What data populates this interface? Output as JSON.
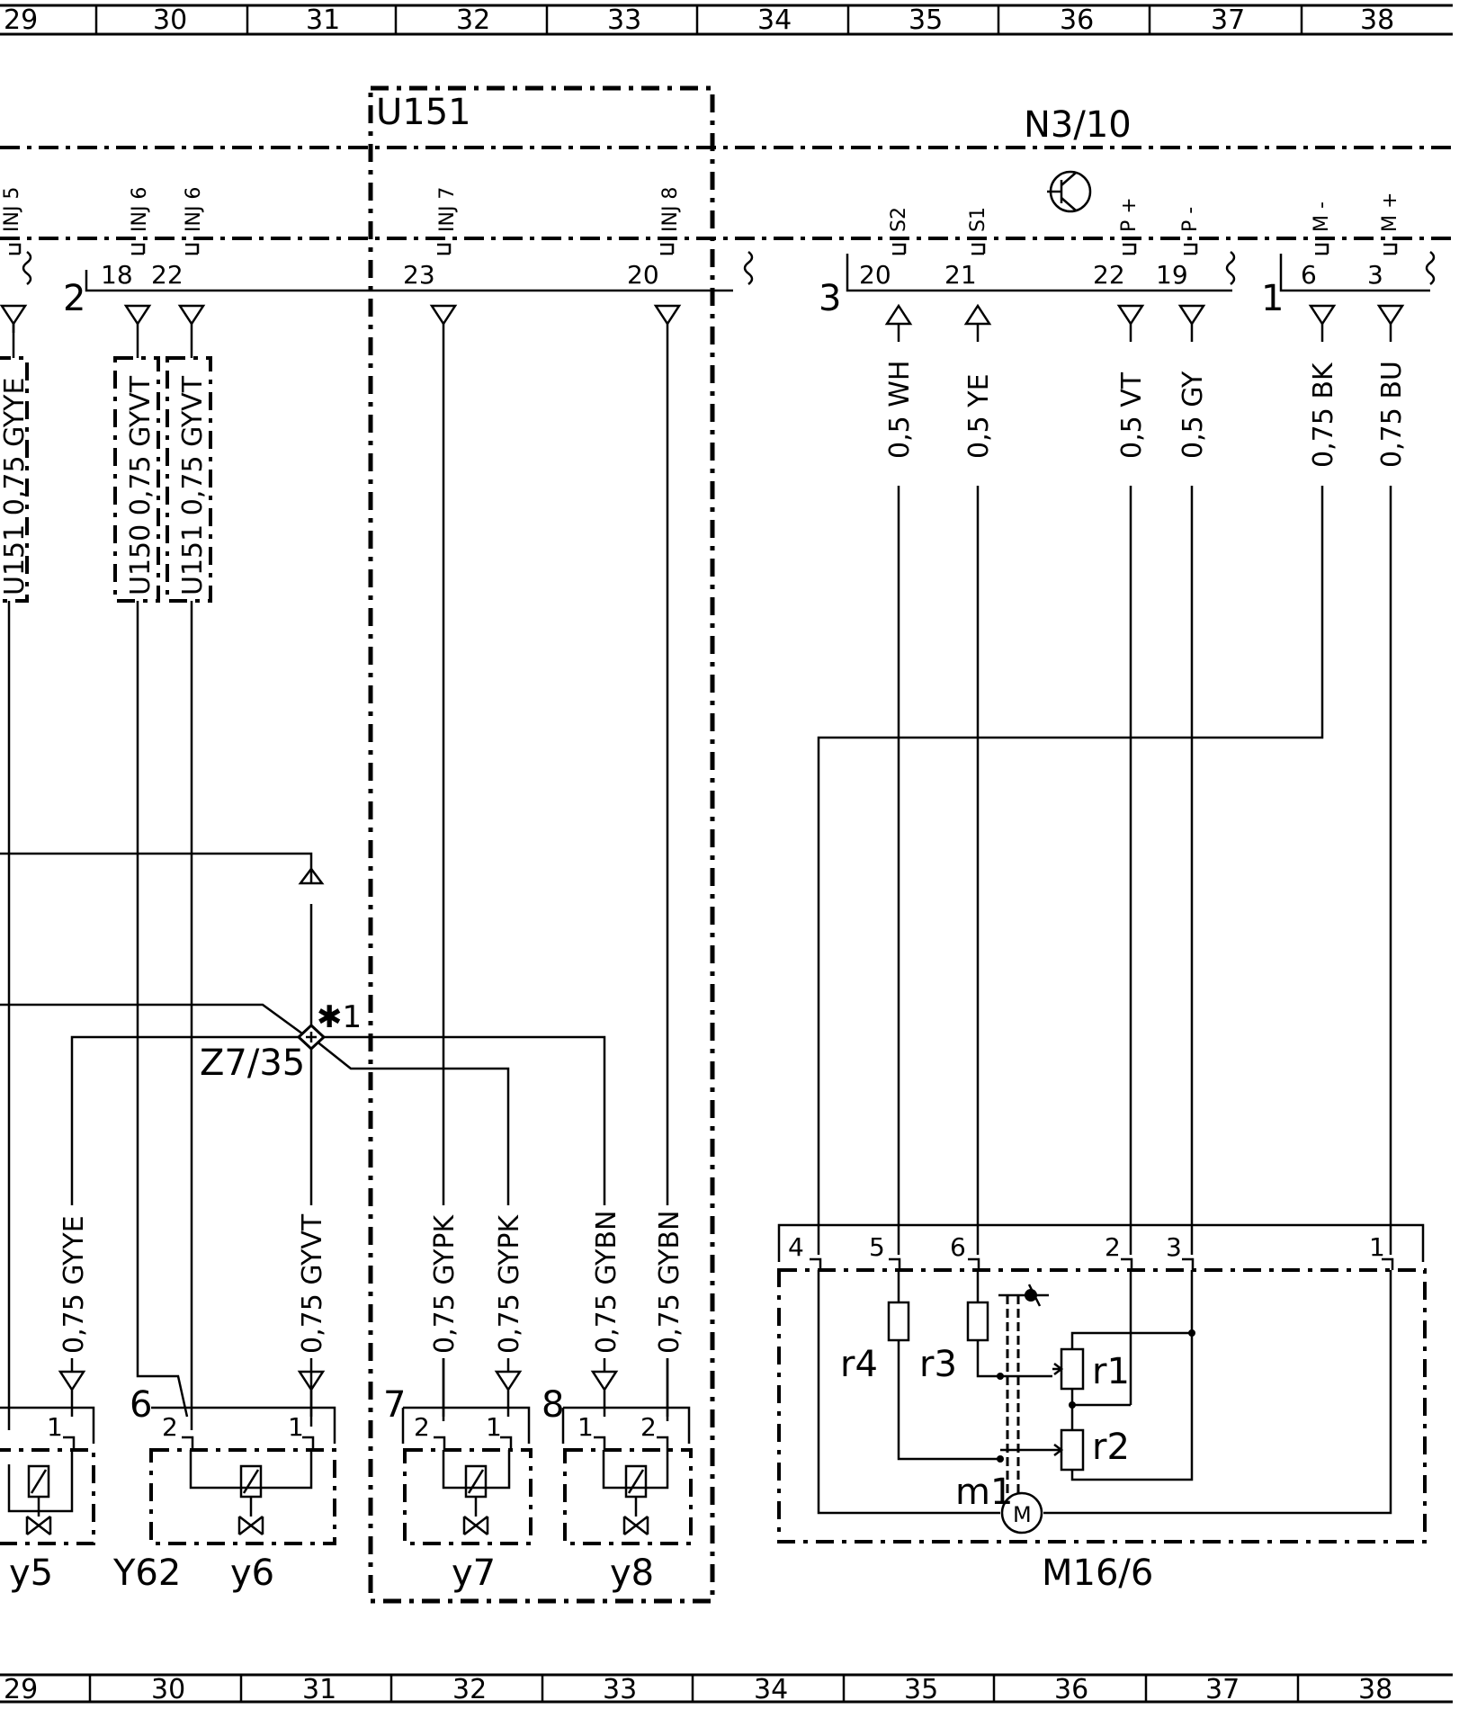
{
  "ruler": {
    "labels": [
      "29",
      "30",
      "31",
      "32",
      "33",
      "34",
      "35",
      "36",
      "37",
      "38"
    ]
  },
  "modules": {
    "u151": "U151",
    "n3_10": "N3/10",
    "m16_6": "M16/6",
    "z7_35": "Z7/35",
    "z7_35_note": "✱1"
  },
  "connectors": {
    "conn2": "2",
    "conn3": "3",
    "conn1": "1"
  },
  "ecu_pins": [
    {
      "signal": "INJ 5",
      "pin": ""
    },
    {
      "signal": "INJ 6",
      "pin": "18"
    },
    {
      "signal": "INJ 6",
      "pin": "22"
    },
    {
      "signal": "INJ 7",
      "pin": "23"
    },
    {
      "signal": "INJ 8",
      "pin": "20"
    },
    {
      "signal": "S2",
      "pin": "20"
    },
    {
      "signal": "S1",
      "pin": "21"
    },
    {
      "signal": "P +",
      "pin": "22"
    },
    {
      "signal": "P -",
      "pin": "19"
    },
    {
      "signal": "M -",
      "pin": "6"
    },
    {
      "signal": "M +",
      "pin": "3"
    }
  ],
  "boxed_wires": [
    {
      "text": "U151  0,75 GYYE"
    },
    {
      "text": "U150  0,75 GYVT"
    },
    {
      "text": "U151  0,75 GYVT"
    }
  ],
  "upper_wires": [
    {
      "text": "0,5 WH"
    },
    {
      "text": "0,5 YE"
    },
    {
      "text": "0,5 VT"
    },
    {
      "text": "0,5 GY"
    },
    {
      "text": "0,75 BK"
    },
    {
      "text": "0,75 BU"
    }
  ],
  "lower_wires": [
    {
      "text": "0,75 GYYE"
    },
    {
      "text": "0,75 GYVT"
    },
    {
      "text": "0,75 GYPK"
    },
    {
      "text": "0,75 GYPK"
    },
    {
      "text": "0,75 GYBN"
    },
    {
      "text": "0,75 GYBN"
    }
  ],
  "injectors": [
    {
      "name": "y5",
      "pins": [
        "1"
      ]
    },
    {
      "name": "y6",
      "pins": [
        "2",
        "1"
      ],
      "conn": "6",
      "extra": "Y62"
    },
    {
      "name": "y7",
      "pins": [
        "2",
        "1"
      ],
      "conn": "7"
    },
    {
      "name": "y8",
      "pins": [
        "1",
        "2"
      ],
      "conn": "8"
    }
  ],
  "m16_6_pins": [
    "4",
    "5",
    "6",
    "2",
    "3",
    "1"
  ],
  "m16_6_parts": [
    "r4",
    "r3",
    "r1",
    "r2",
    "m1",
    "M"
  ]
}
